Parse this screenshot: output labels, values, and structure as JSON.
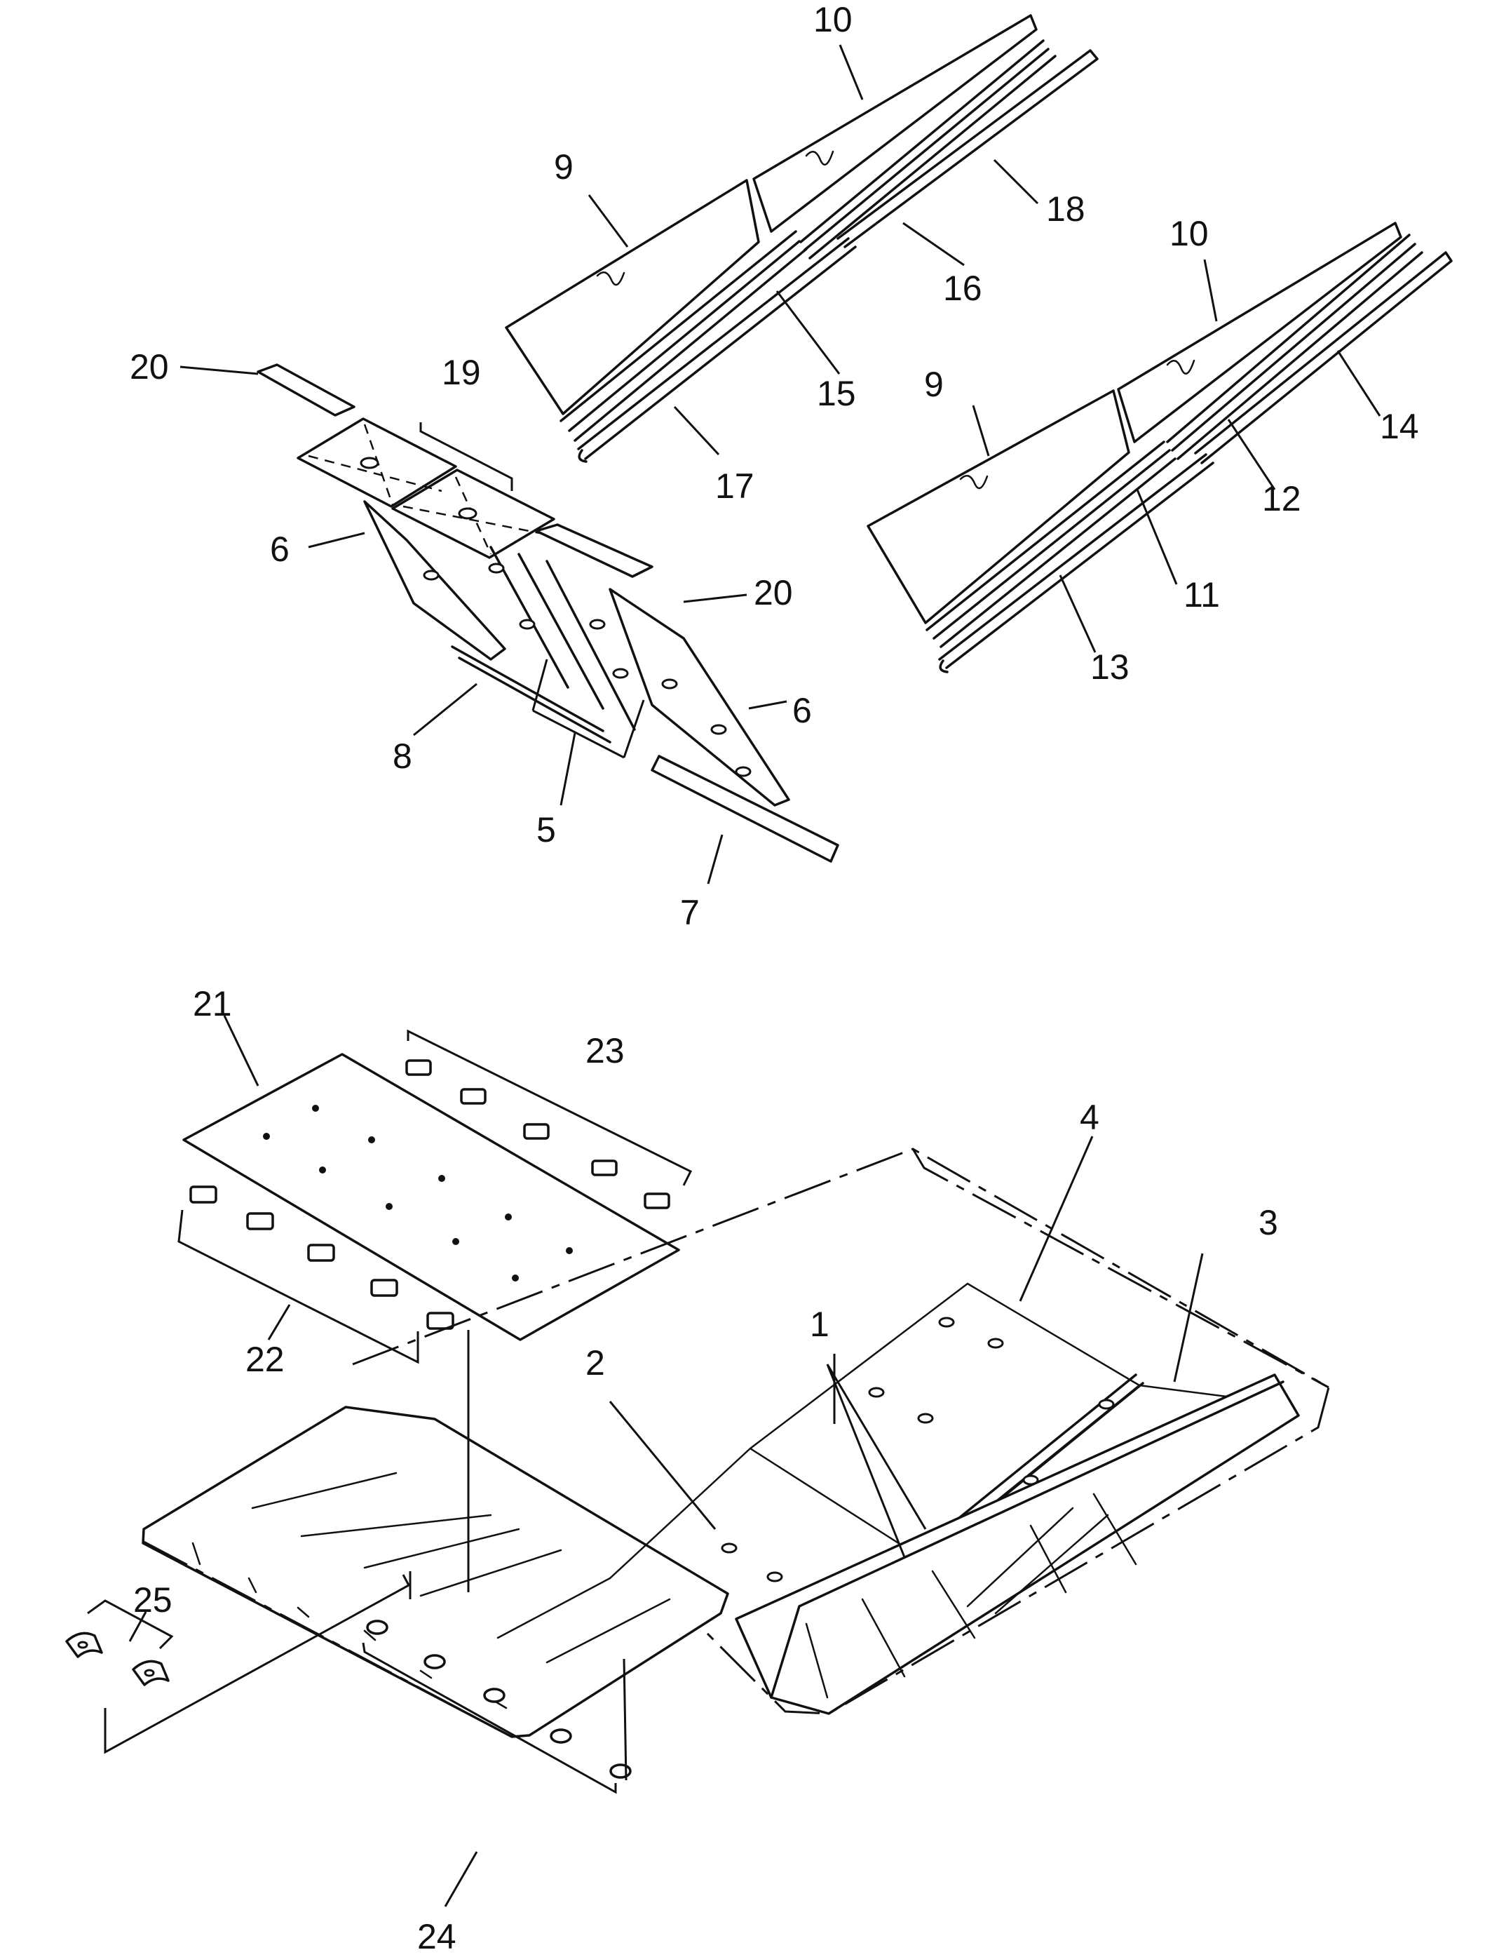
{
  "diagram": {
    "callouts": {
      "c1": "1",
      "c2": "2",
      "c3": "3",
      "c4": "4",
      "c5": "5",
      "c6a": "6",
      "c6b": "6",
      "c7": "7",
      "c8": "8",
      "c9a": "9",
      "c9b": "9",
      "c10a": "10",
      "c10b": "10",
      "c11": "11",
      "c12": "12",
      "c13": "13",
      "c14": "14",
      "c15": "15",
      "c16": "16",
      "c17": "17",
      "c18": "18",
      "c19": "19",
      "c20a": "20",
      "c20b": "20",
      "c21": "21",
      "c22": "22",
      "c23": "23",
      "c24": "24",
      "c25": "25"
    }
  }
}
